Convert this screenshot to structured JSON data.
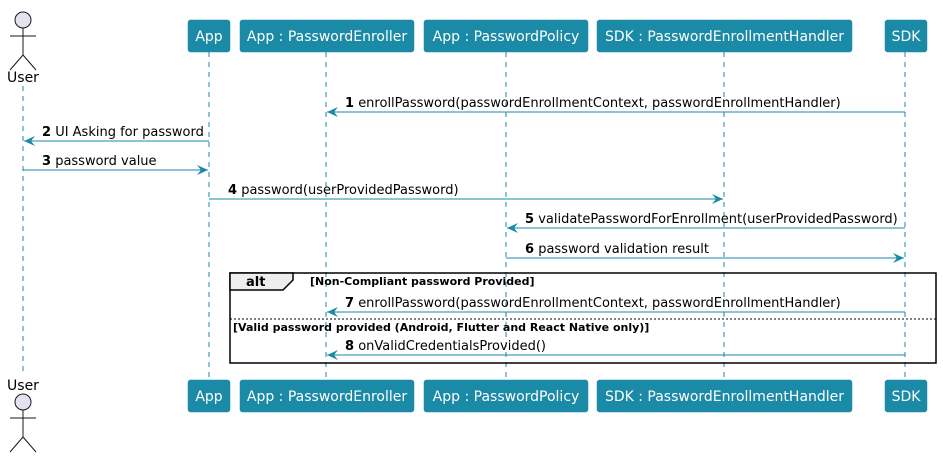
{
  "participants": [
    {
      "id": "user",
      "label": "User",
      "kind": "actor"
    },
    {
      "id": "app",
      "label": "App",
      "kind": "box"
    },
    {
      "id": "enroller",
      "label": "App : PasswordEnroller",
      "kind": "box"
    },
    {
      "id": "policy",
      "label": "App : PasswordPolicy",
      "kind": "box"
    },
    {
      "id": "handler",
      "label": "SDK : PasswordEnrollmentHandler",
      "kind": "box"
    },
    {
      "id": "sdk",
      "label": "SDK",
      "kind": "box"
    }
  ],
  "messages": [
    {
      "num": "1",
      "text": "enrollPassword(passwordEnrollmentContext, passwordEnrollmentHandler)",
      "from": "sdk",
      "to": "enroller"
    },
    {
      "num": "2",
      "text": "UI Asking for password",
      "from": "app",
      "to": "user"
    },
    {
      "num": "3",
      "text": "password value",
      "from": "user",
      "to": "app"
    },
    {
      "num": "4",
      "text": "password(userProvidedPassword)",
      "from": "app",
      "to": "handler"
    },
    {
      "num": "5",
      "text": "validatePasswordForEnrollment(userProvidedPassword)",
      "from": "sdk",
      "to": "policy"
    },
    {
      "num": "6",
      "text": "password validation result",
      "from": "policy",
      "to": "sdk"
    },
    {
      "num": "7",
      "text": "enrollPassword(passwordEnrollmentContext, passwordEnrollmentHandler)",
      "from": "sdk",
      "to": "enroller"
    },
    {
      "num": "8",
      "text": "onValidCredentialsProvided()",
      "from": "sdk",
      "to": "enroller"
    }
  ],
  "fragment": {
    "label": "alt",
    "guards": [
      "[Non-Compliant password Provided]",
      "[Valid password provided (Android, Flutter and React Native only)]"
    ]
  },
  "colors": {
    "participant_fill": "#1a8aa7",
    "arrow": "#1a8aa7",
    "lifeline": "#1a8aa7",
    "actor_fill": "#e2e2f0"
  }
}
